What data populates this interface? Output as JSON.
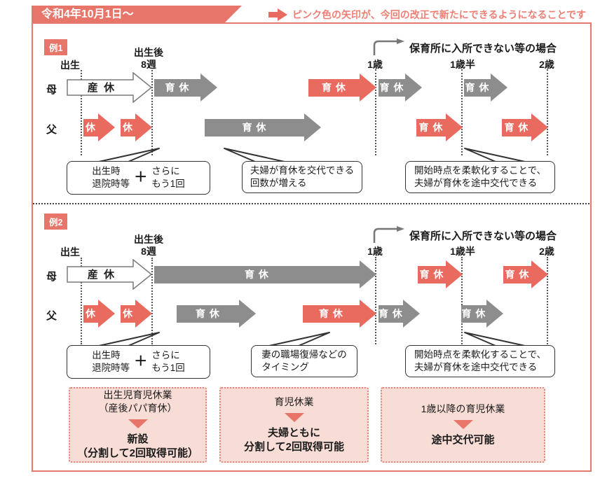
{
  "palette": {
    "pink_main": "#e8756a",
    "pink_arrow": "#e96a5e",
    "pink_box_bg": "#f8ddd6",
    "pink_box_border": "#e4857b",
    "gray_arrow": "#8d8d8d",
    "frame_border": "#e57a6e",
    "legend_text": "#ee7f74"
  },
  "header": {
    "banner": "令和4年10月1日～",
    "legend": "ピンク色の矢印が、今回の改正で新たにできるようになることです"
  },
  "example1": {
    "badge": "例1",
    "note": "保育所に入所できない等の場合",
    "axis": {
      "birth": "出生",
      "after_birth_1": "出生後",
      "after_birth_2": "8週",
      "age1": "1歳",
      "age1half": "1歳半",
      "age2": "2歳"
    },
    "mother_label": "母",
    "father_label": "父",
    "mother_arrows": [
      {
        "label": "産 休"
      },
      {
        "label": "育 休"
      },
      {
        "label": "育 休"
      },
      {
        "label": "育 休"
      },
      {
        "label": "育 休"
      }
    ],
    "father_arrows": [
      {
        "label": "休"
      },
      {
        "label": "休"
      },
      {
        "label": "育 休"
      },
      {
        "label": "育 休"
      },
      {
        "label": "育 休"
      }
    ],
    "callout_birth": {
      "line1": "出生時",
      "line2": "退院時等",
      "plus": "＋",
      "line3": "さらに",
      "line4": "もう1回"
    },
    "callout_swap": {
      "line1": "夫婦が育休を交代できる",
      "line2": "回数が増える"
    },
    "callout_flex": {
      "line1": "開始時点を柔軟化することで、",
      "line2": "夫婦が育休を途中交代できる"
    }
  },
  "example2": {
    "badge": "例2",
    "note": "保育所に入所できない等の場合",
    "axis": {
      "birth": "出生",
      "after_birth_1": "出生後",
      "after_birth_2": "8週",
      "age1": "1歳",
      "age1half": "1歳半",
      "age2": "2歳"
    },
    "mother_label": "母",
    "father_label": "父",
    "mother_arrows": [
      {
        "label": "産 休"
      },
      {
        "label": "育 休"
      },
      {
        "label": "育 休"
      },
      {
        "label": "育 休"
      }
    ],
    "father_arrows": [
      {
        "label": "休"
      },
      {
        "label": "休"
      },
      {
        "label": "育 休"
      },
      {
        "label": "育 休"
      },
      {
        "label": "育 休"
      },
      {
        "label": "育 休"
      }
    ],
    "callout_birth": {
      "line1": "出生時",
      "line2": "退院時等",
      "plus": "＋",
      "line3": "さらに",
      "line4": "もう1回"
    },
    "callout_timing": {
      "line1": "妻の職場復帰などの",
      "line2": "タイミング"
    },
    "callout_flex": {
      "line1": "開始時点を柔軟化することで、",
      "line2": "夫婦が育休を途中交代できる"
    }
  },
  "summary_boxes": [
    {
      "title1": "出生児育児休業",
      "title2": "（産後パパ育休）",
      "result1": "新設",
      "result2": "（分割して2回取得可能）"
    },
    {
      "title1": "育児休業",
      "result1": "夫婦ともに",
      "result2": "分割して2回取得可能"
    },
    {
      "title1": "1歳以降の育児休業",
      "result1": "途中交代可能"
    }
  ]
}
